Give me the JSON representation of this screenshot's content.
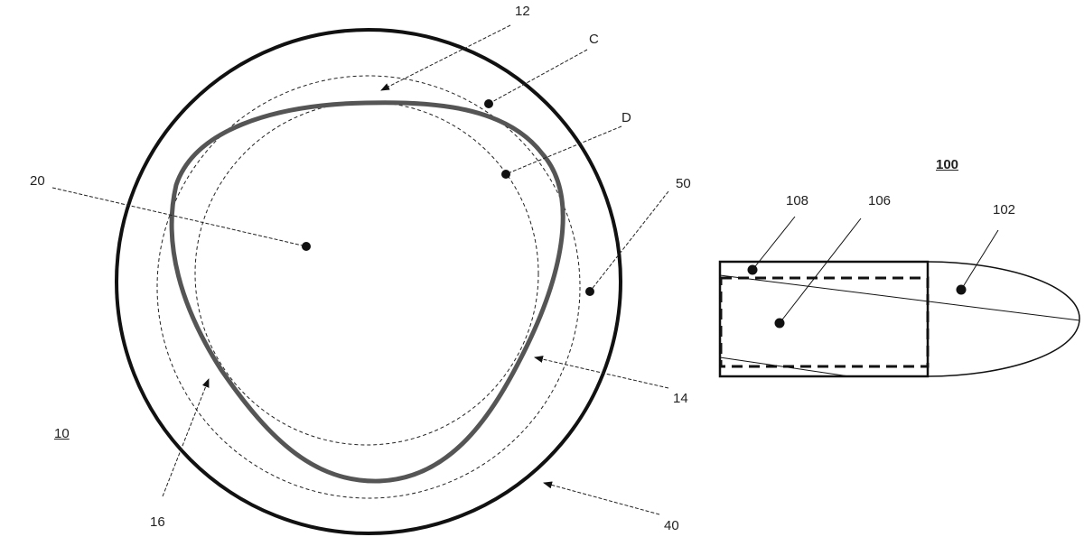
{
  "figure_left": {
    "ref_main": "10",
    "labels": {
      "curve_top": "12",
      "circle_c": "C",
      "circle_d": "D",
      "center": "20",
      "ring": "50",
      "curve_right": "14",
      "curve_left": "16",
      "outer_circle": "40"
    }
  },
  "figure_right": {
    "ref_main": "100",
    "labels": {
      "outer_sheath": "108",
      "inner_core": "106",
      "tip": "102"
    }
  }
}
